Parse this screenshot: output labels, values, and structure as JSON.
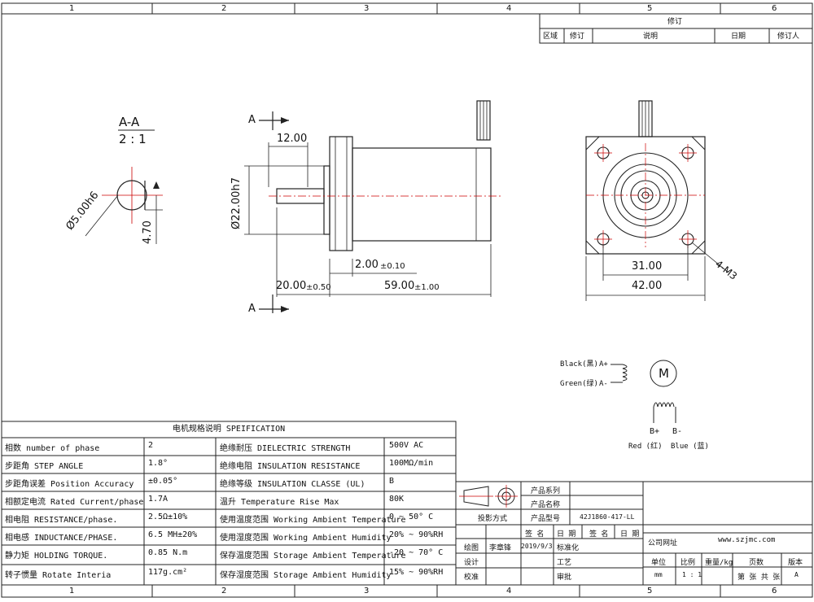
{
  "border": {
    "columns": [
      "1",
      "2",
      "3",
      "4",
      "5",
      "6"
    ]
  },
  "revision": {
    "title": "修订",
    "headers": [
      "区域",
      "修订",
      "说明",
      "日期",
      "修订人"
    ]
  },
  "section_view": {
    "label": "A-A",
    "scale": "2 : 1",
    "shaft_dia": "Ø5.00h6",
    "flat": "4.70"
  },
  "side_view": {
    "section_mark_top": "A",
    "section_mark_bottom": "A",
    "dim_12": "12.00",
    "dim_pilot": "Ø22.00h7",
    "dim_2_value": "2.00",
    "dim_2_tol": "±0.10",
    "dim_20_value": "20.00",
    "dim_20_tol": "±0.50",
    "dim_59_value": "59.00",
    "dim_59_tol": "±1.00"
  },
  "front_view": {
    "dim_31": "31.00",
    "dim_42": "42.00",
    "screw": "4-M3"
  },
  "wiring": {
    "black": "Black(黑)",
    "green": "Green(绿)",
    "a_plus": "A+",
    "a_minus": "A-",
    "motor": "M",
    "b_plus": "B+",
    "b_minus": "B-",
    "red": "Red (红)",
    "blue": "Blue (蓝)"
  },
  "spec": {
    "title": "电机规格说明 SPEIFICATION",
    "rows": [
      {
        "p1": "相数 number of phase",
        "v1": "2",
        "p2": "绝缘耐压 DIELECTRIC STRENGTH",
        "v2": "500V AC"
      },
      {
        "p1": "步距角 STEP ANGLE",
        "v1": "1.8°",
        "p2": "绝缘电阻 INSULATION RESISTANCE",
        "v2": "100MΩ/min"
      },
      {
        "p1": "步距角误差 Position Accuracy",
        "v1": "±0.05°",
        "p2": "绝缘等级 INSULATION CLASSE (UL)",
        "v2": "B"
      },
      {
        "p1": "相额定电流 Rated Current/phase",
        "v1": "1.7A",
        "p2": "温升 Temperature Rise Max",
        "v2": "80K"
      },
      {
        "p1": "相电阻 RESISTANCE/phase.",
        "v1": "2.5Ω±10%",
        "p2": "使用温度范围 Working Ambient Temperature",
        "v2": "0 ~ 50° C"
      },
      {
        "p1": "相电感 INDUCTANCE/PHASE.",
        "v1": "6.5 MH±20%",
        "p2": "使用湿度范围 Working Ambient Humidity",
        "v2": "20% ~ 90%RH"
      },
      {
        "p1": "静力矩 HOLDING TORQUE.",
        "v1": "0.85 N.m",
        "p2": "保存温度范围 Storage Ambient Temperature",
        "v2": "-20 ~ 70° C"
      },
      {
        "p1": "转子惯量 Rotate Interia",
        "v1": "117g.cm²",
        "p2": "保存湿度范围 Storage Ambient Humidity",
        "v2": "15% ~ 90%RH"
      }
    ]
  },
  "title_block": {
    "series": "产品系列",
    "name": "产品名称",
    "projection": "投影方式",
    "model_label": "产品型号",
    "model": "42J1860-417-LL",
    "sign_left": "签 名",
    "date_left": "日 期",
    "sign_right": "签 名",
    "date_right": "日 期",
    "draw": "绘图",
    "drawer": "李章锋",
    "draw_date": "2019/9/3",
    "standard": "标准化",
    "design": "设计",
    "process": "工艺",
    "check": "校准",
    "approve": "审批",
    "company_label": "公司网址",
    "company": "www.szjmc.com",
    "unit": "单位",
    "ratio": "比例",
    "weight": "重量/kg",
    "pages": "页数",
    "version": "版本",
    "unit_val": "mm",
    "ratio_val": "1 : 1",
    "page_text": "第 张 共 张",
    "version_val": "A"
  }
}
